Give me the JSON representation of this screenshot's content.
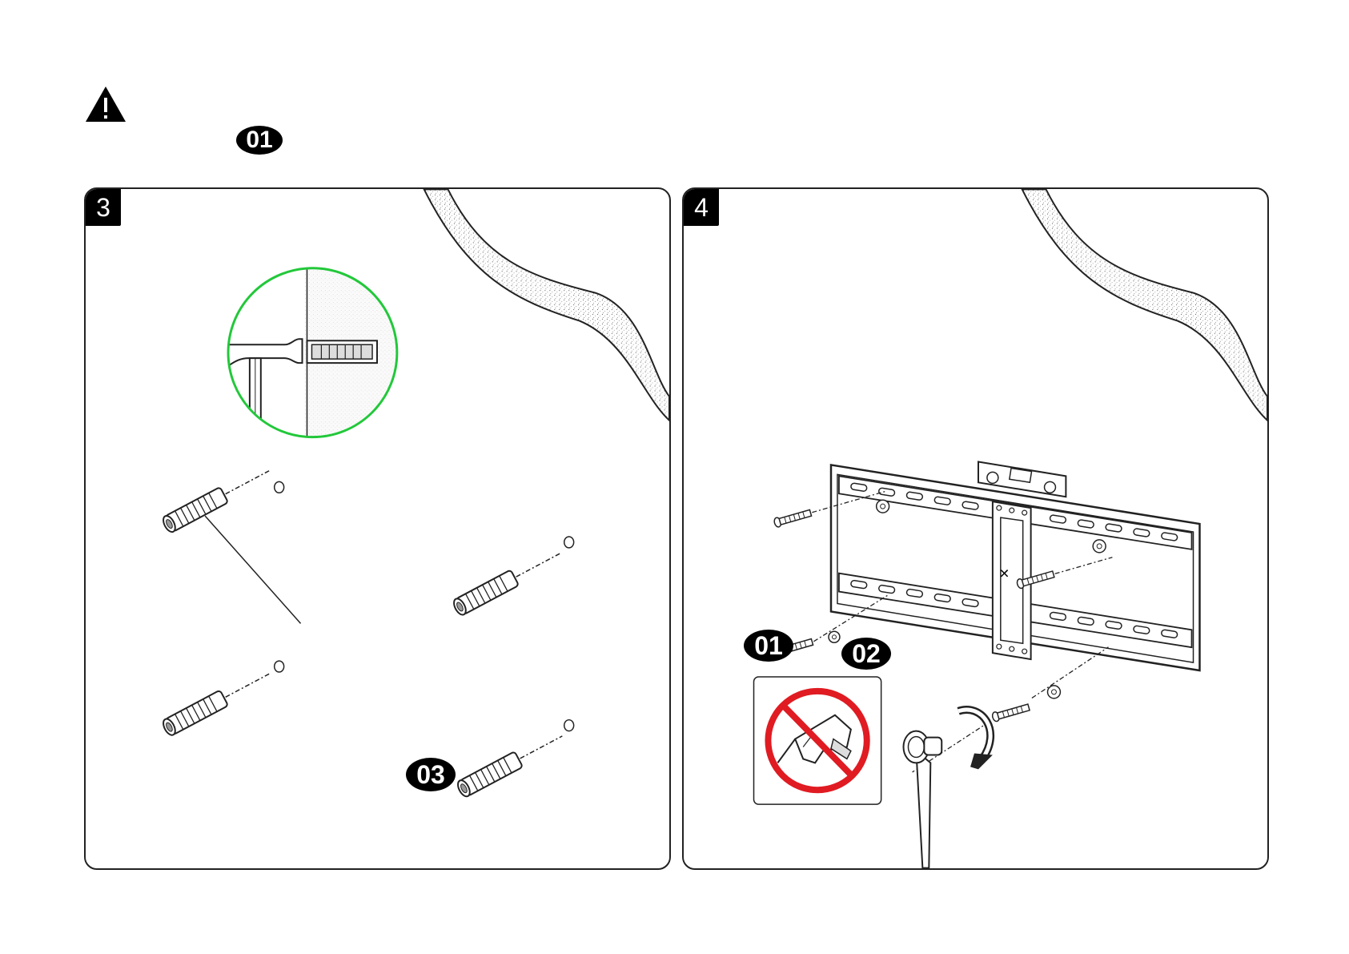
{
  "notice": {
    "icon": "warning-triangle-icon",
    "part_label": "01"
  },
  "steps": [
    {
      "number": "3",
      "part_label": "03",
      "accent": "#22c83a"
    },
    {
      "number": "4",
      "part_labels": [
        "01",
        "02"
      ],
      "prohibition_color": "#e01b22"
    }
  ]
}
